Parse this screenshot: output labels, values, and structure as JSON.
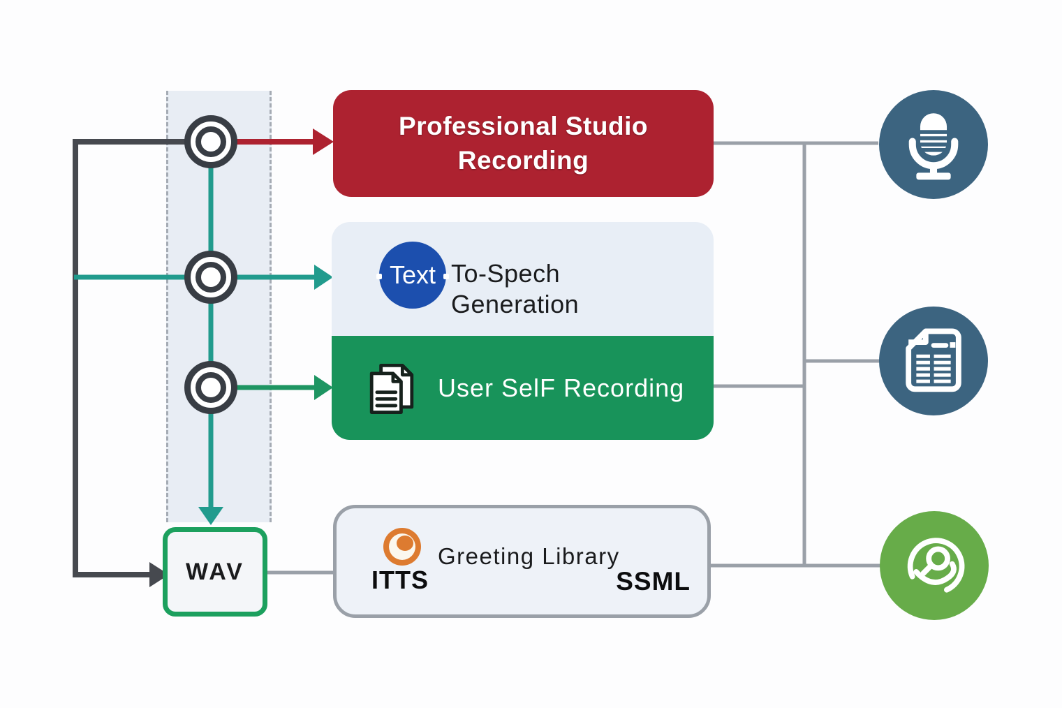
{
  "boxes": {
    "studio": {
      "line1": "Professional Studio",
      "line2": "Recording"
    },
    "tts": {
      "icon_label": "Text",
      "line1": "To-Spech",
      "line2": "Generation"
    },
    "self_recording": {
      "label": "User SelF Recording"
    },
    "wav": {
      "label": "WAV"
    },
    "greeting": {
      "title": "Greeting Library",
      "left_tag": "ITTS",
      "right_tag": "SSML"
    }
  },
  "icons": {
    "studio_output": "microphone-icon",
    "document_output": "document-icon",
    "voice_output": "voice-profile-icon",
    "tts_badge": "text-circle-icon",
    "self_badge": "pages-icon",
    "greeting_badge": "orange-target-icon"
  },
  "colors": {
    "studio-red": "#ad2230",
    "deep-green": "#18935a",
    "wav-green": "#1ca05e",
    "panel-light": "#e8eef6",
    "band-fill": "#e8edf4",
    "teal-line": "#219b8d",
    "green-line": "#1e9562",
    "dark-line": "#46494f",
    "gray-line": "#9aa0a8",
    "slate-icon": "#3c6480",
    "green-icon": "#67ac49",
    "blue-circle": "#1c4fae",
    "orange-icon": "#dd7b30",
    "ink": "#1a1b1d"
  }
}
